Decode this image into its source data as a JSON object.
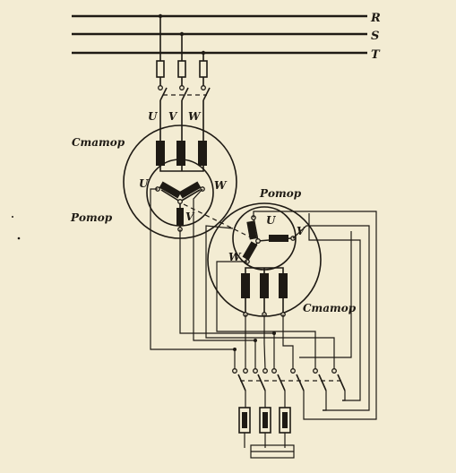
{
  "rails": [
    "R",
    "S",
    "T"
  ],
  "terminals": {
    "u": "U",
    "v": "V",
    "w": "W"
  },
  "labels": {
    "stator": "Статор",
    "rotor": "Ротор"
  }
}
